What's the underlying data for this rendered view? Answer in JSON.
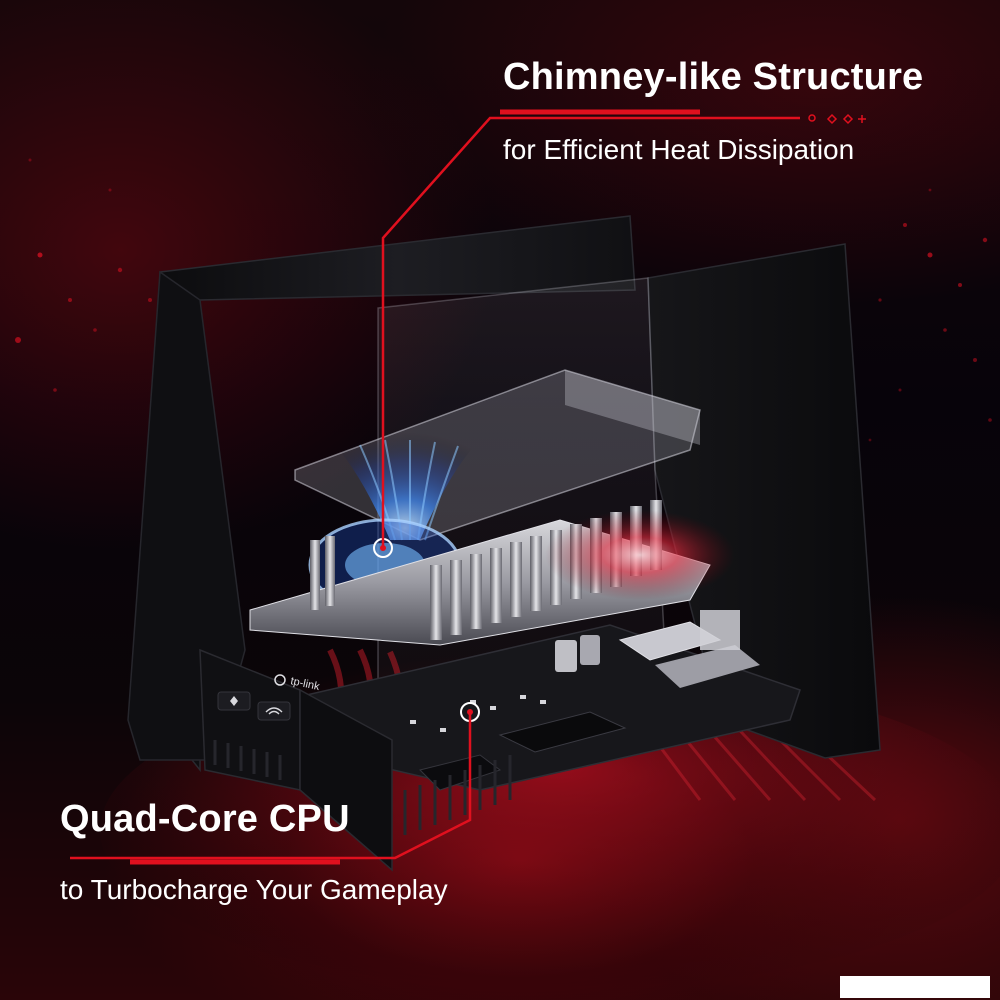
{
  "callouts": {
    "chimney": {
      "title": "Chimney-like Structure",
      "subtitle": "for Efficient Heat Dissipation"
    },
    "cpu": {
      "title": "Quad-Core CPU",
      "subtitle": "to Turbocharge Your Gameplay"
    }
  },
  "device": {
    "brand": "tp-link"
  },
  "colors": {
    "accent": "#e0101e",
    "airflow": "#3a8cff",
    "text": "#ffffff"
  },
  "icons": [
    "tp-link-logo-icon",
    "wifi-icon",
    "led-icon"
  ]
}
